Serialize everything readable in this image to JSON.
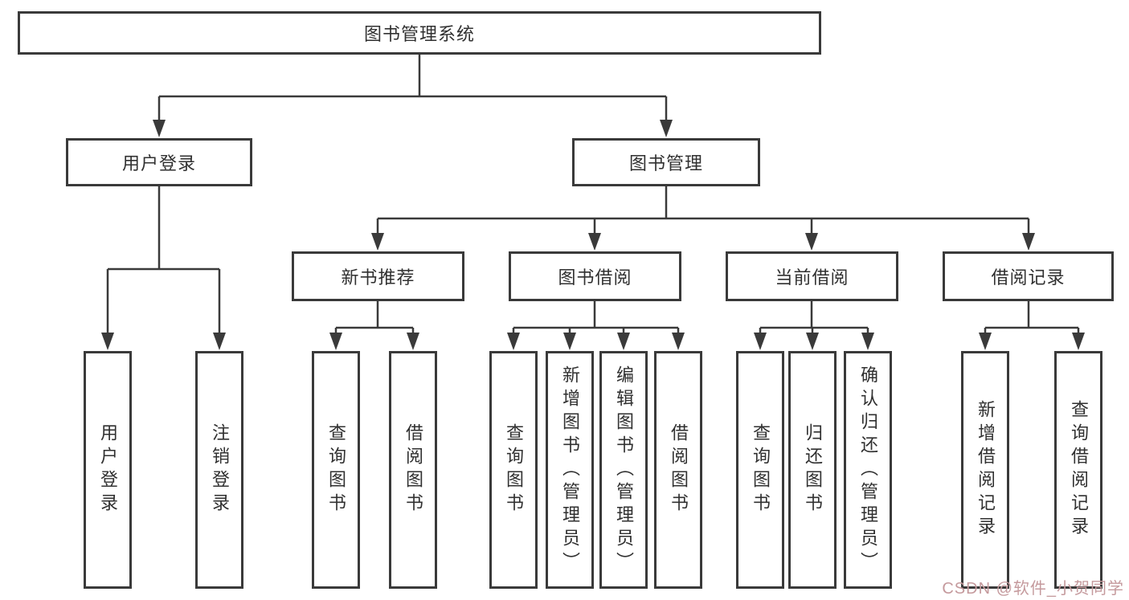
{
  "colors": {
    "line": "#3a3a3a",
    "text": "#303030",
    "box_background": "#ffffff",
    "watermark": "#c59a9d"
  },
  "watermark": {
    "text": "CSDN @软件_小贺同学"
  },
  "diagram": {
    "root": {
      "label": "图书管理系统"
    },
    "branches": [
      {
        "label": "用户登录",
        "children": [
          {
            "label": "用户登录"
          },
          {
            "label": "注销登录"
          }
        ]
      },
      {
        "label": "图书管理",
        "children": [
          {
            "label": "新书推荐",
            "children": [
              {
                "label": "查询图书"
              },
              {
                "label": "借阅图书"
              }
            ]
          },
          {
            "label": "图书借阅",
            "children": [
              {
                "label": "查询图书"
              },
              {
                "label": "新增图书（管理员）"
              },
              {
                "label": "编辑图书（管理员）"
              },
              {
                "label": "借阅图书"
              }
            ]
          },
          {
            "label": "当前借阅",
            "children": [
              {
                "label": "查询图书"
              },
              {
                "label": "归还图书"
              },
              {
                "label": "确认归还（管理员）"
              }
            ]
          },
          {
            "label": "借阅记录",
            "children": [
              {
                "label": "新增借阅记录"
              },
              {
                "label": "查询借阅记录"
              }
            ]
          }
        ]
      }
    ]
  }
}
